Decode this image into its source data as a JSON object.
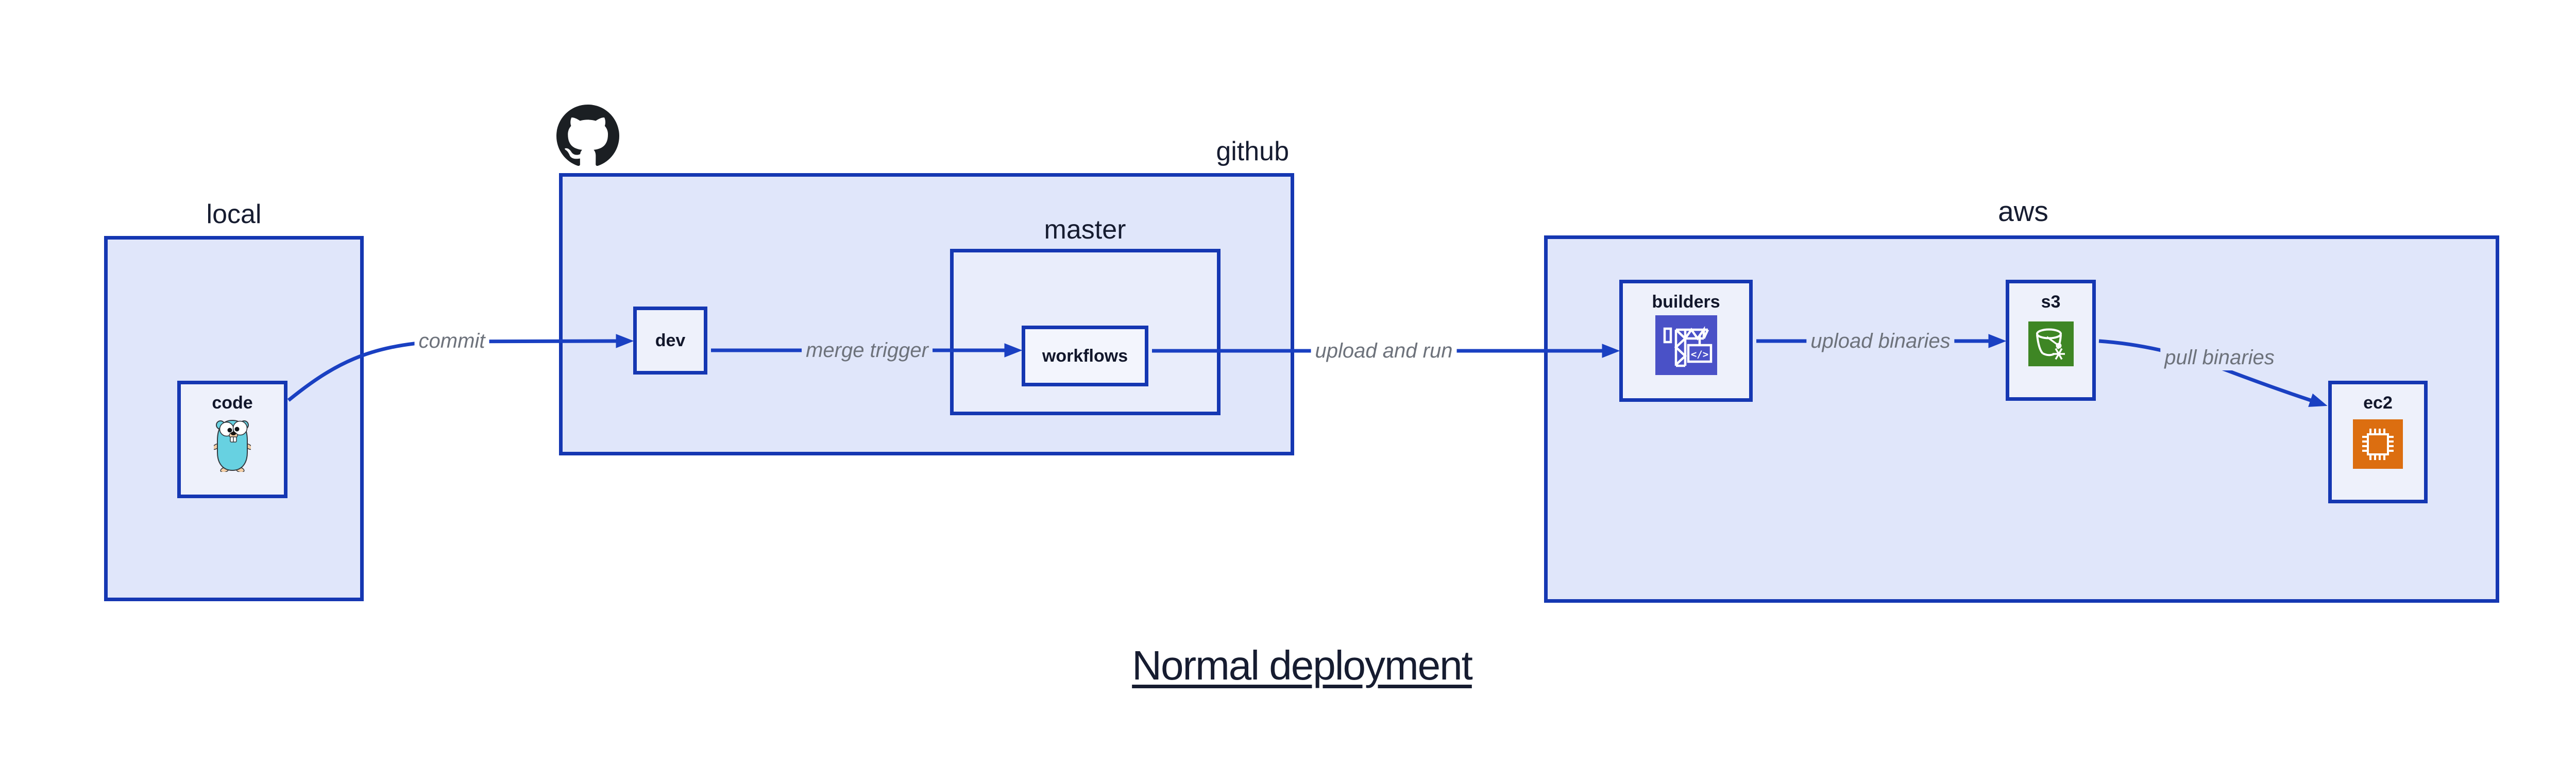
{
  "title": "Normal deployment",
  "groups": {
    "local": {
      "label": "local"
    },
    "github": {
      "label": "github"
    },
    "master": {
      "label": "master"
    },
    "aws": {
      "label": "aws"
    }
  },
  "nodes": {
    "code": {
      "label": "code",
      "icon": "go-gopher-icon"
    },
    "dev": {
      "label": "dev"
    },
    "workflows": {
      "label": "workflows"
    },
    "builders": {
      "label": "builders",
      "icon": "aws-codebuild-crane-icon"
    },
    "s3": {
      "label": "s3",
      "icon": "aws-s3-glacier-bucket-icon"
    },
    "ec2": {
      "label": "ec2",
      "icon": "aws-ec2-chip-icon"
    }
  },
  "edges": {
    "commit": {
      "label": "commit",
      "from": "code",
      "to": "dev"
    },
    "merge_trigger": {
      "label": "merge trigger",
      "from": "dev",
      "to": "workflows"
    },
    "upload_and_run": {
      "label": "upload and run",
      "from": "workflows",
      "to": "builders"
    },
    "upload_binaries": {
      "label": "upload binaries",
      "from": "builders",
      "to": "s3"
    },
    "pull_binaries": {
      "label": "pull binaries",
      "from": "s3",
      "to": "ec2"
    }
  },
  "icons": {
    "github_logo": "github-octocat-mark",
    "codebuild_glyph": "</>"
  },
  "colors": {
    "group_fill": "#e0e6fa",
    "master_fill": "#e9edfb",
    "node_fill": "#eef1fb",
    "workflows_fill": "#f3f5fd",
    "box_border": "#1537b2",
    "connector": "#1a40c2",
    "edge_label": "#6d727b",
    "node_label": "#12172b",
    "group_label": "#161c30",
    "title": "#161c30",
    "github_mark": "#1b1f23",
    "codebuild_icon_bg": "#4a51c7",
    "s3_glacier_icon_bg": "#3e8624",
    "ec2_icon_bg": "#dc6e10",
    "gopher_body": "#67d1e1",
    "gopher_skin": "#f3cda4"
  }
}
